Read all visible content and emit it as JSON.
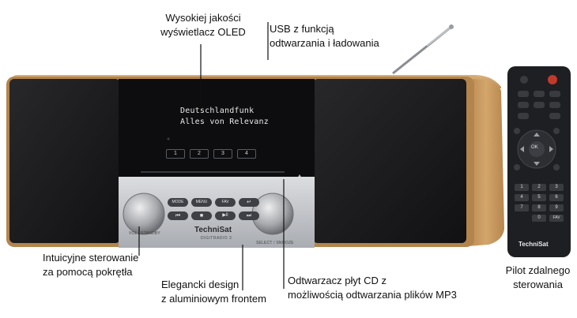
{
  "callouts": {
    "oled": [
      "Wysokiej jakości",
      "wyświetlacz OLED"
    ],
    "usb": [
      "USB z funkcją",
      "odtwarzania i ładowania"
    ],
    "knob": [
      "Intuicyjne sterowanie",
      "za pomocą pokrętła"
    ],
    "design": [
      "Elegancki design",
      "z aluminiowym frontem"
    ],
    "cd": [
      "Odtwarzacz płyt CD z",
      "możliwością odtwarzania plików MP3"
    ],
    "remote": [
      "Pilot zdalnego",
      "sterowania"
    ]
  },
  "display": {
    "line1": "Deutschlandfunk",
    "line2": "Alles von Relevanz"
  },
  "presets": [
    "1",
    "2",
    "3",
    "4"
  ],
  "panel_buttons_top": [
    "MODE",
    "MENU",
    "FAV",
    "↵"
  ],
  "panel_buttons_bottom": [
    "⏮",
    "■",
    "▶ll",
    "⏭"
  ],
  "knob_labels": {
    "left": "VOL / STANDBY",
    "right": "SELECT / SNOOZE"
  },
  "brand": {
    "name": "TechniSat",
    "model": "DIGITRADIO 3"
  },
  "remote": {
    "keypad": [
      "1",
      "2",
      "3",
      "4",
      "5",
      "6",
      "7",
      "8",
      "9",
      "0",
      "FAV"
    ],
    "ok_label": "OK",
    "brand": "TechniSat"
  },
  "colors": {
    "wood": "#c79a62",
    "wood_dark": "#a97c48",
    "speaker": "#1b1b1d",
    "aluminium": "#c9cbce",
    "remote_body": "#1e1f22",
    "power_red": "#c0392b"
  }
}
